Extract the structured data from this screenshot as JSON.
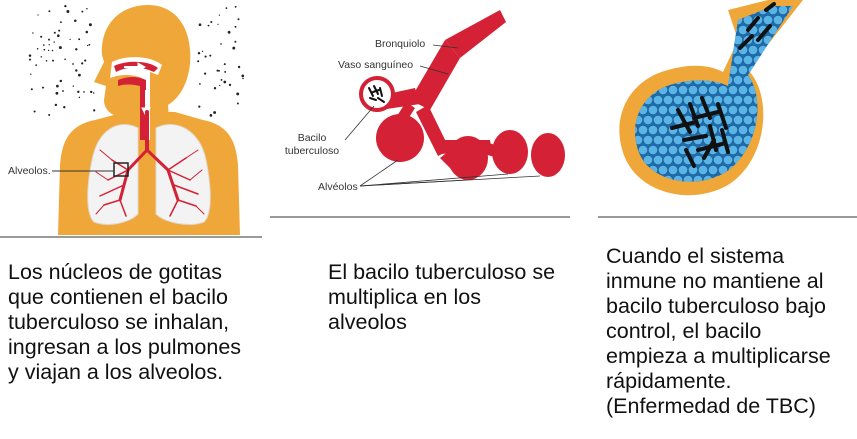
{
  "panels": [
    {
      "labels": {
        "alveolos": "Alveolos."
      },
      "caption": "Los núcleos de gotitas\nque contienen el bacilo\ntuberculoso se inhalan,\ningresan a los pulmones\ny viajan a los alveolos."
    },
    {
      "labels": {
        "bronquiolo": "Bronquiolo",
        "vaso": "Vaso sanguíneo",
        "bacilo_1": "Bacilo",
        "bacilo_2": "tuberculoso",
        "alveolos": "Alvéolos"
      },
      "caption": "El bacilo tuberculoso se\nmultiplica en los\nalveolos"
    },
    {
      "caption": "Cuando el sistema\ninmune no mantiene al\nbacilo tuberculoso bajo\ncontrol, el bacilo\nempieza a multiplicarse\nrápidamente.\n(Enfermedad de TBC)"
    }
  ],
  "colors": {
    "body": "#f0a73a",
    "lungs": "#f3f3f3",
    "vessel_red": "#d42135",
    "immune_blue": "#2f8fd0",
    "bacilli": "#111111",
    "rule": "#9a9a9a"
  }
}
